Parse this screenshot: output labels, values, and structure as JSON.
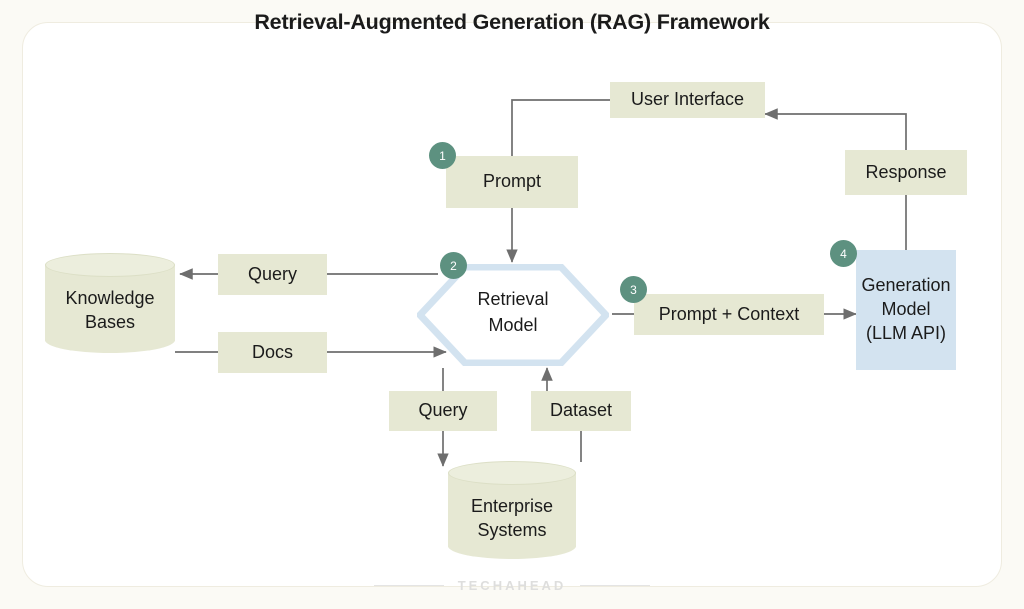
{
  "title": "Retrieval-Augmented Generation (RAG) Framework",
  "footer": {
    "watermark": "TECHAHEAD"
  },
  "colors": {
    "page_background": "#fbfaf5",
    "card_background": "#ffffff",
    "node_beige": "#e6e8d3",
    "node_blue": "#d3e3f0",
    "hexagon_border": "#d3e3f0",
    "badge": "#5d9180",
    "connector": "#6e6e6e",
    "text": "#1b1b1b"
  },
  "nodes": {
    "user_interface": {
      "label": "User Interface",
      "shape": "rect",
      "fill": "beige"
    },
    "prompt": {
      "label": "Prompt",
      "shape": "rect",
      "fill": "beige"
    },
    "response": {
      "label": "Response",
      "shape": "rect",
      "fill": "beige"
    },
    "query_top": {
      "label": "Query",
      "shape": "rect",
      "fill": "beige"
    },
    "docs": {
      "label": "Docs",
      "shape": "rect",
      "fill": "beige"
    },
    "query_bottom": {
      "label": "Query",
      "shape": "rect",
      "fill": "beige"
    },
    "dataset": {
      "label": "Dataset",
      "shape": "rect",
      "fill": "beige"
    },
    "prompt_context": {
      "label": "Prompt + Context",
      "shape": "rect",
      "fill": "beige"
    },
    "knowledge_bases": {
      "line1": "Knowledge",
      "line2": "Bases",
      "shape": "cylinder",
      "fill": "beige"
    },
    "enterprise_systems": {
      "line1": "Enterprise",
      "line2": "Systems",
      "shape": "cylinder",
      "fill": "beige"
    },
    "retrieval_model": {
      "line1": "Retrieval",
      "line2": "Model",
      "shape": "hexagon",
      "fill": "white"
    },
    "generation_model": {
      "line1": "Generation",
      "line2": "Model",
      "line3": "(LLM API)",
      "shape": "rect",
      "fill": "blue"
    }
  },
  "badges": [
    {
      "number": "1",
      "attached_to": "prompt"
    },
    {
      "number": "2",
      "attached_to": "retrieval_model"
    },
    {
      "number": "3",
      "attached_to": "prompt_context"
    },
    {
      "number": "4",
      "attached_to": "generation_model"
    }
  ]
}
